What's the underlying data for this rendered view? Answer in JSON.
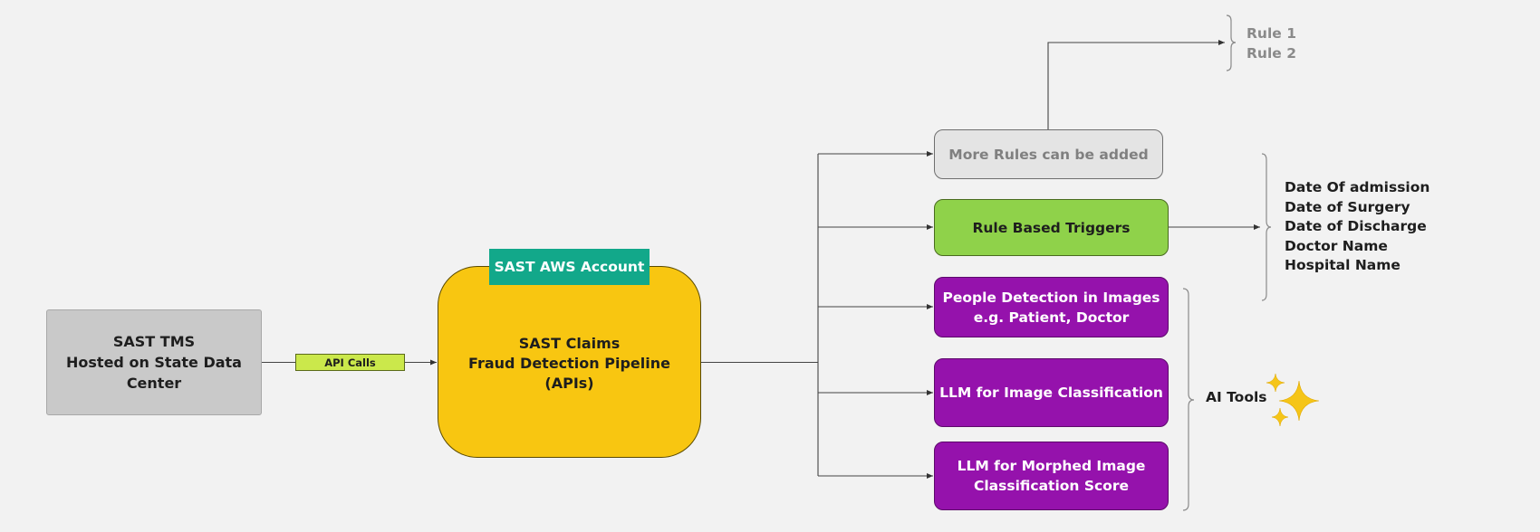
{
  "nodes": {
    "tms": {
      "line1": "SAST TMS",
      "line2": "Hosted on State Data Center"
    },
    "api_calls": "API Calls",
    "aws_account": "SAST AWS Account",
    "pipeline": {
      "line1": "SAST Claims",
      "line2": "Fraud Detection Pipeline",
      "line3": "(APIs)"
    },
    "more_rules": "More Rules can be added",
    "rule_triggers": "Rule Based Triggers",
    "people_detection": {
      "line1": "People Detection in Images",
      "line2": "e.g. Patient, Doctor"
    },
    "llm_classification": "LLM for Image Classification",
    "llm_morphed": {
      "line1": "LLM for Morphed Image",
      "line2": "Classification Score"
    }
  },
  "rules_list": [
    "Rule 1",
    "Rule 2"
  ],
  "fields_list": [
    "Date Of admission",
    "Date of Surgery",
    "Date of Discharge",
    "Doctor Name",
    "Hospital Name"
  ],
  "ai_tools_label": "AI Tools",
  "icons": {
    "ai_tools": "sparkles-icon"
  },
  "colors": {
    "background": "#f2f2f2",
    "tms": "#c9c9c9",
    "api_calls": "#cbe84b",
    "pipeline": "#f8c611",
    "aws_account": "#12a88a",
    "more_rules": "#e4e4e4",
    "rule_triggers": "#8fd24a",
    "ai_boxes": "#9512ac",
    "sparkle": "#f5c518"
  }
}
